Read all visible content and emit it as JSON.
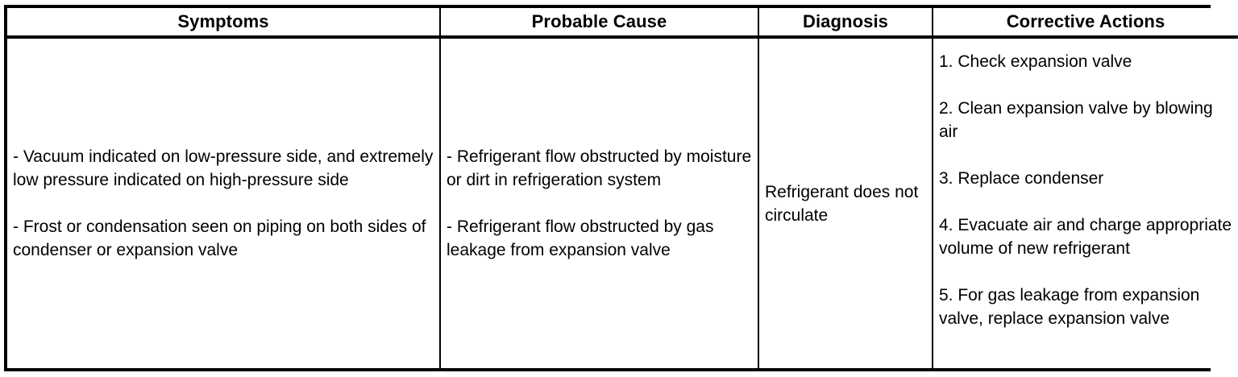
{
  "table": {
    "columns": [
      {
        "key": "symptoms",
        "label": "Symptoms"
      },
      {
        "key": "cause",
        "label": "Probable Cause"
      },
      {
        "key": "diagnosis",
        "label": "Diagnosis"
      },
      {
        "key": "actions",
        "label": "Corrective Actions"
      }
    ],
    "rows": [
      {
        "symptoms": [
          "- Vacuum indicated on low-pressure side, and extremely low pressure indicated on high-pressure side",
          "- Frost or condensation seen on piping on both sides of condenser or expansion valve"
        ],
        "cause": [
          "- Refrigerant flow obstructed by moisture or dirt in refrigeration system",
          "- Refrigerant flow obstructed by gas leakage from expansion valve"
        ],
        "diagnosis": "Refrigerant does not circulate",
        "actions": [
          "1. Check expansion valve",
          "2. Clean expansion valve by blowing air",
          "3. Replace condenser",
          "4. Evacuate air and charge appropriate volume of new refrigerant",
          "5. For gas leakage from expansion valve, replace expansion valve"
        ]
      }
    ]
  },
  "style": {
    "border_color": "#000000",
    "text_color": "#000000",
    "background": "#ffffff"
  }
}
